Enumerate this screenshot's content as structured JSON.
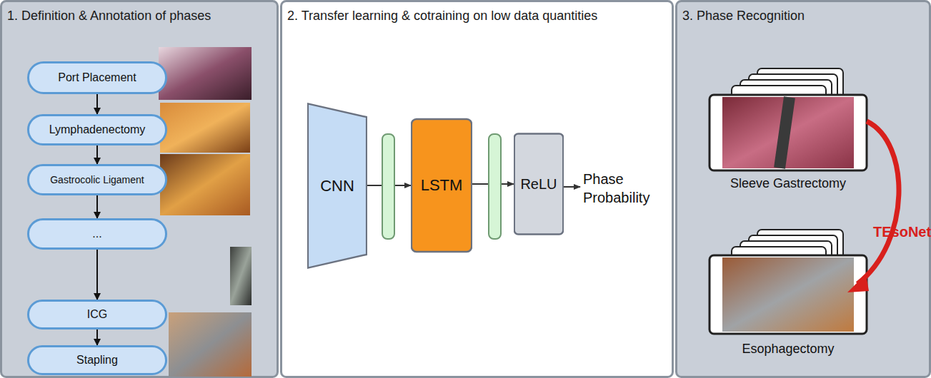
{
  "diagram": {
    "nodes": [
      {
        "text": [
          "1. Definition & Annotation of phases"
        ]
      },
      {
        "text": [
          "Port Placement"
        ],
        "in": 0
      },
      {
        "text": [
          "Lymphadenectomy"
        ],
        "in": 0
      },
      {
        "text": [
          "Gastrocolic Ligament"
        ],
        "in": 0
      },
      {
        "text": [
          "..."
        ],
        "in": 0
      },
      {
        "text": [
          "ICG"
        ],
        "in": 0
      },
      {
        "text": [
          "Stapling"
        ],
        "in": 0
      },
      {
        "text": [
          "2. Transfer learning & cotraining on low data quantities"
        ]
      },
      {
        "text": [
          "CNN"
        ],
        "in": 7
      },
      {
        "text": [
          "LSTM"
        ],
        "in": 7
      },
      {
        "text": [
          "ReLU"
        ],
        "in": 7
      },
      {
        "text": [
          "3. Phase Recognition"
        ]
      }
    ],
    "edges": [
      {
        "from": 1,
        "to": 2,
        "arrow": "to"
      },
      {
        "from": 2,
        "to": 3,
        "arrow": "to"
      },
      {
        "from": 3,
        "to": 4,
        "arrow": "to"
      },
      {
        "from": 4,
        "to": 5,
        "arrow": "to"
      },
      {
        "from": 5,
        "to": 6,
        "arrow": "to"
      },
      {
        "from": 8,
        "to": 9,
        "arrow": "to"
      },
      {
        "from": 9,
        "to": 10,
        "arrow": "to"
      }
    ],
    "labels": [
      "Phase Probability",
      "Sleeve Gastrectomy",
      "TEsoNet",
      "Esophagectomy"
    ]
  }
}
